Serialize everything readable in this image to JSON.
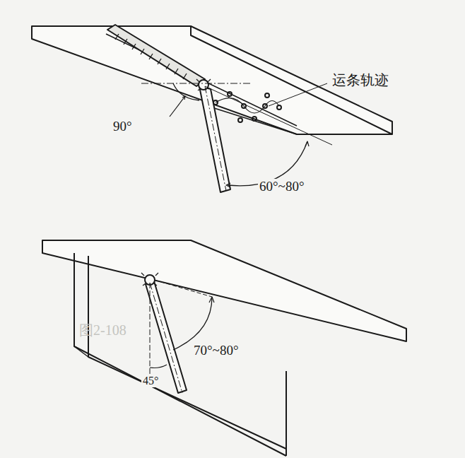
{
  "diagram": {
    "labels": [
      "运条轨迹",
      "90°",
      "60°~80°",
      "70°~80°",
      "45°",
      "图2-108"
    ]
  }
}
